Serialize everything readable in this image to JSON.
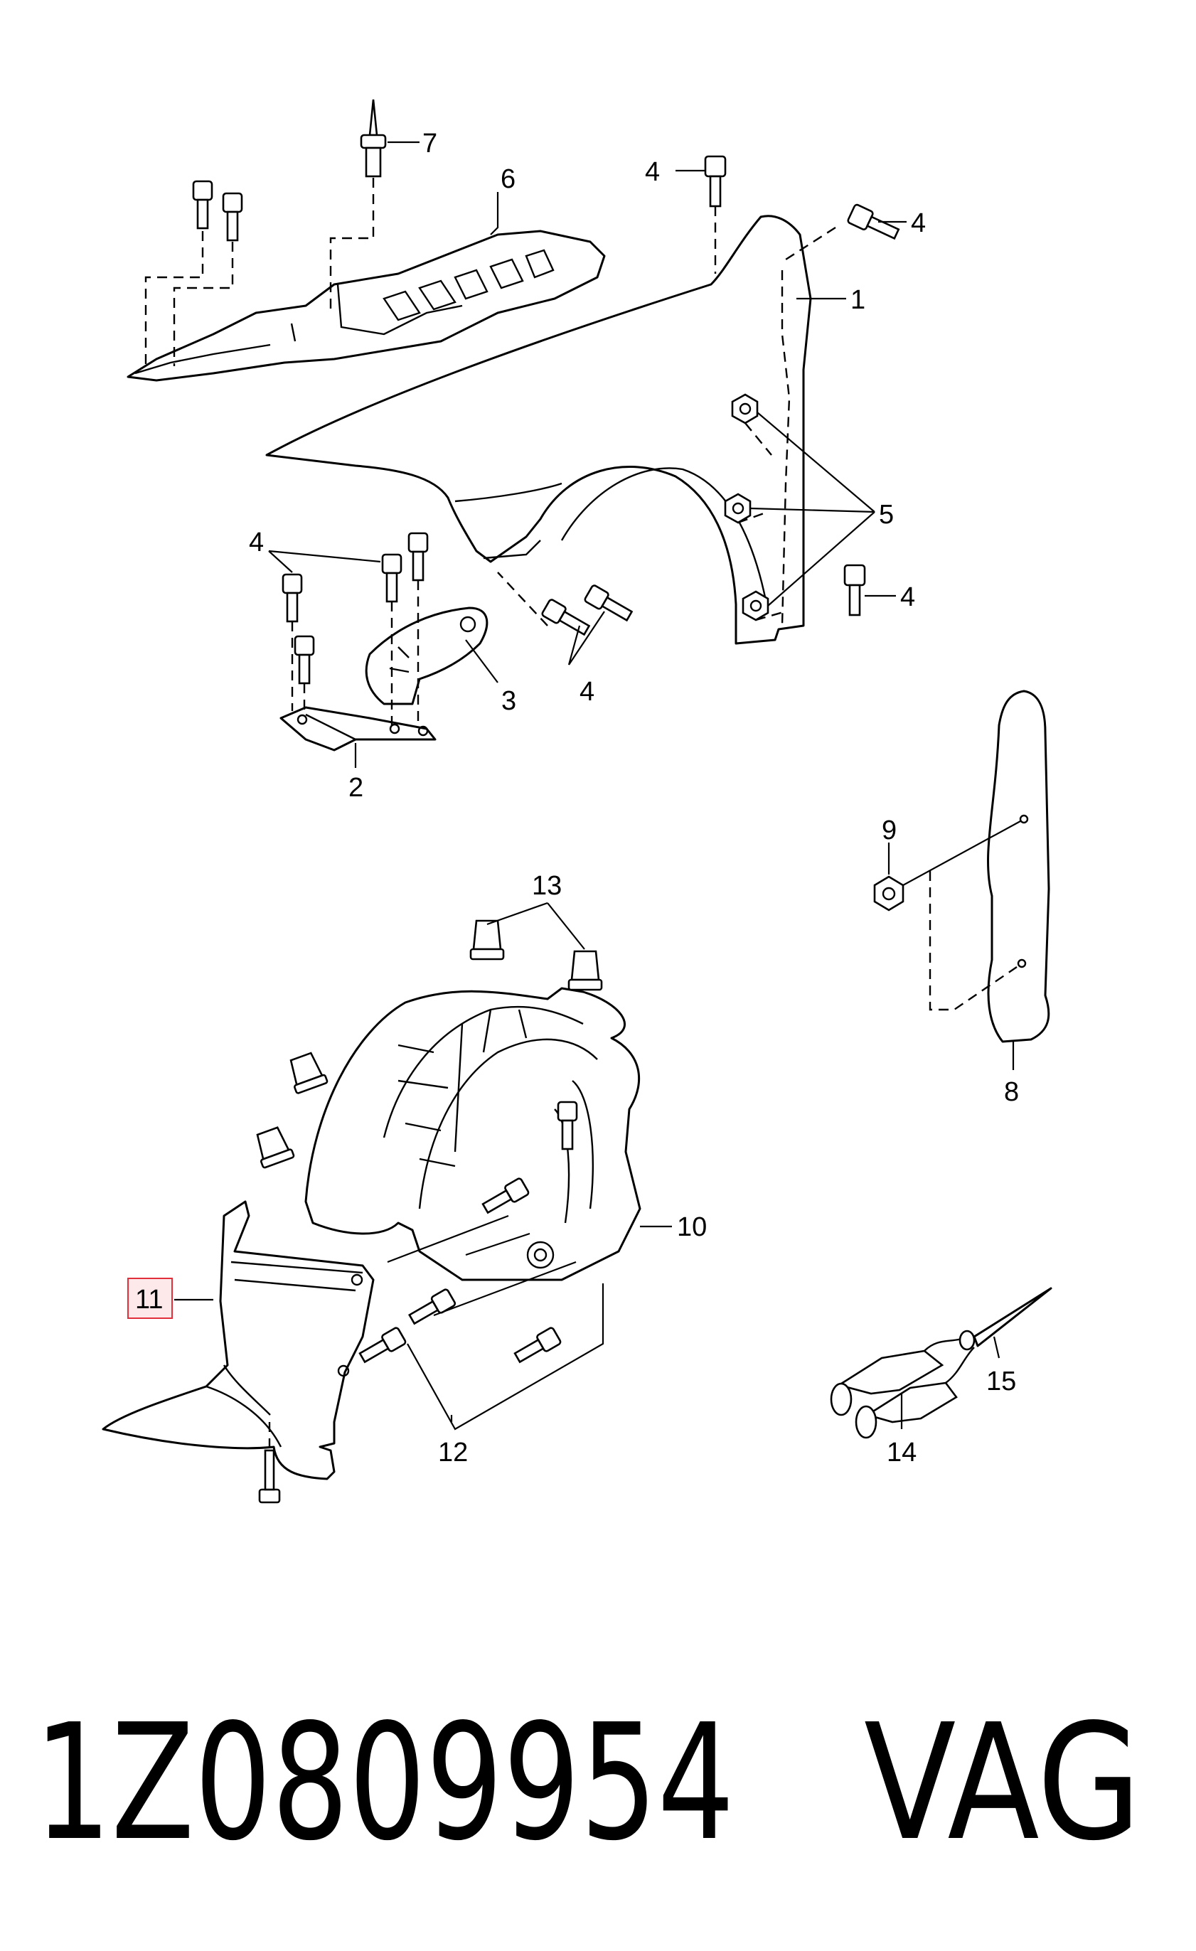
{
  "callouts": {
    "c1": "1",
    "c2": "2",
    "c3": "3",
    "c4a": "4",
    "c4b": "4",
    "c4c": "4",
    "c4d": "4",
    "c4e": "4",
    "c5": "5",
    "c6": "6",
    "c7": "7",
    "c8": "8",
    "c9": "9",
    "c10": "10",
    "c11": "11",
    "c12": "12",
    "c13": "13",
    "c14": "14",
    "c15": "15"
  },
  "highlight_color": "#e0303c",
  "highlight_fill": "#fde8ea",
  "footer": {
    "part_number": "1Z0809954",
    "brand": "VAG"
  }
}
